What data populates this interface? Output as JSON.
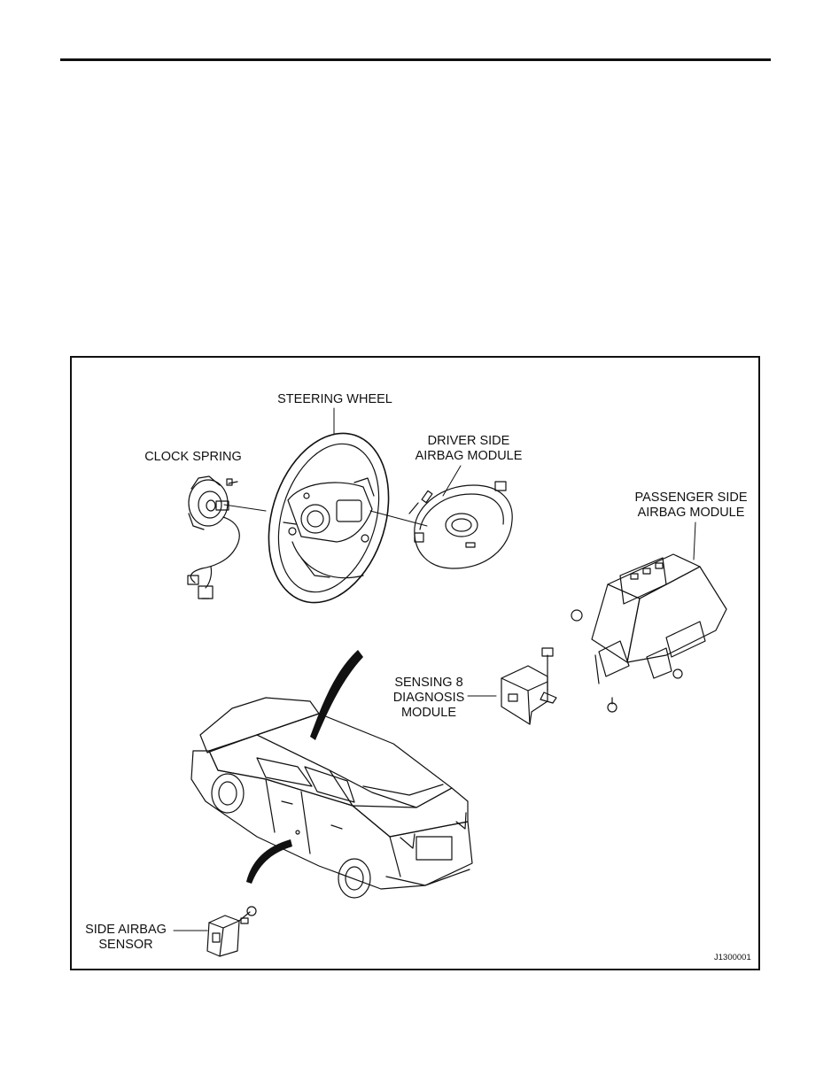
{
  "labels": {
    "steering_wheel": "STEERING WHEEL",
    "clock_spring": "CLOCK SPRING",
    "driver_airbag_1": "DRIVER SIDE",
    "driver_airbag_2": "AIRBAG MODULE",
    "passenger_airbag_1": "PASSENGER SIDE",
    "passenger_airbag_2": "AIRBAG MODULE",
    "sdm_1": "SENSING 8",
    "sdm_2": "DIAGNOSIS",
    "sdm_3": "MODULE",
    "side_sensor_1": "SIDE AIRBAG",
    "side_sensor_2": "SENSOR"
  },
  "figure_code": "J1300001"
}
